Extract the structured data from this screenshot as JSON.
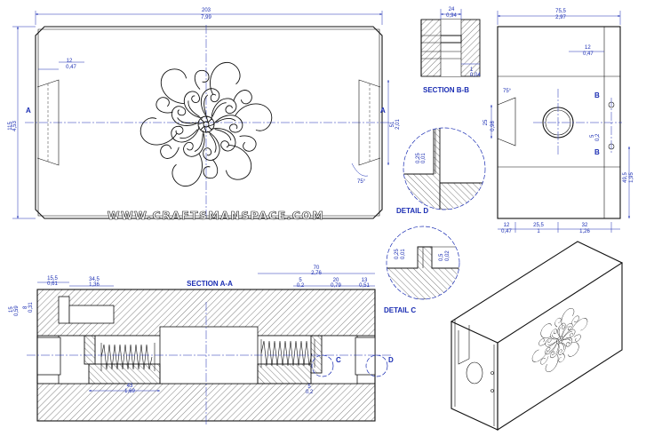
{
  "watermark": "WWW.CRAFTSMANSPACE.COM",
  "labels": {
    "section_aa": "SECTION A-A",
    "section_bb": "SECTION B-B",
    "detail_c_title": "DETAIL C",
    "detail_d_title": "DETAIL D",
    "cut_a": "A",
    "cut_b": "B",
    "detail_c_marker": "C",
    "detail_d_marker": "D"
  },
  "dims": {
    "top_width": [
      "203",
      "7,99"
    ],
    "top_height": [
      "115",
      "4,53"
    ],
    "top_inset": [
      "12",
      "0,47"
    ],
    "top_slot_h": [
      "51",
      "2,01"
    ],
    "angle": "75°",
    "bb_width": [
      "24",
      "0,94"
    ],
    "bb_step": [
      "1",
      "0,04"
    ],
    "side_width": [
      "75,5",
      "2,97"
    ],
    "side_top": [
      "12",
      "0,47"
    ],
    "side_hole_h": [
      "25",
      "0,98"
    ],
    "side_angle": "75°",
    "side_pin": [
      "5",
      "0,2"
    ],
    "side_right_h": [
      "49,5",
      "1,95"
    ],
    "side_b1": [
      "12",
      "0,47"
    ],
    "side_b2": [
      "25,5",
      "1"
    ],
    "side_b3": [
      "32",
      "1,26"
    ],
    "det_d": [
      "0,25",
      "0,01"
    ],
    "det_c1": [
      "0,25",
      "0,01"
    ],
    "det_c2": [
      "0,5",
      "0,02"
    ],
    "sa_left": [
      "15,5",
      "0,61"
    ],
    "sa_left2": [
      "34,5",
      "1,36"
    ],
    "sa_h": [
      "15",
      "0,59"
    ],
    "sa_h2": [
      "8",
      "0,31"
    ],
    "sa_mid": [
      "70",
      "2,76"
    ],
    "sa_r1": [
      "5",
      "0,2"
    ],
    "sa_r2": [
      "20",
      "0,79"
    ],
    "sa_r3": [
      "13",
      "0,51"
    ],
    "sa_spring": [
      "43",
      "1,69"
    ],
    "sa_small": [
      "5",
      "0,2"
    ]
  }
}
